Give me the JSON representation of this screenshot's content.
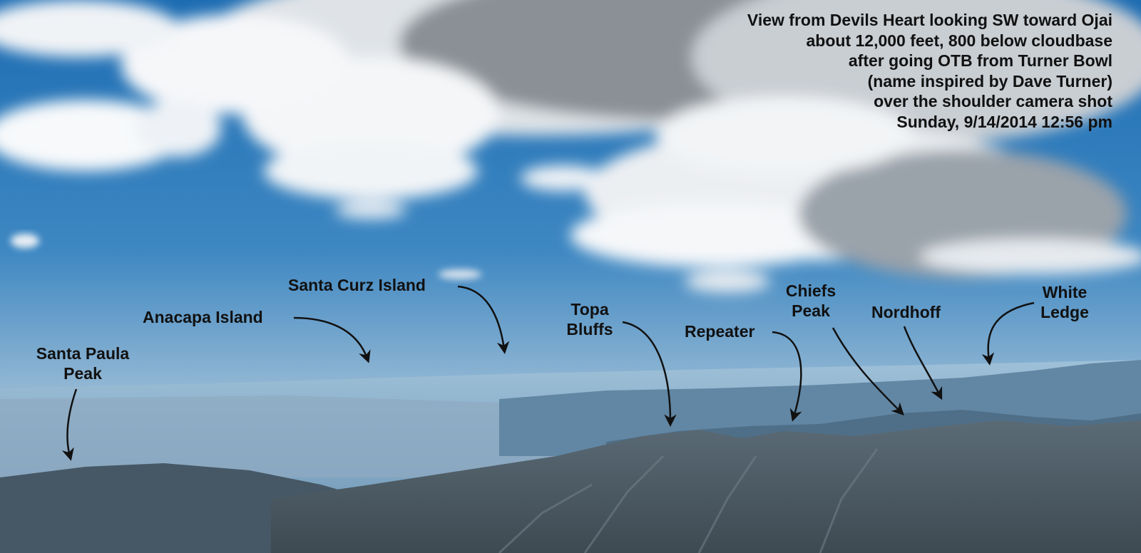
{
  "caption": {
    "lines": [
      "View from Devils Heart looking SW toward Ojai",
      "about 12,000 feet, 800 below cloudbase",
      "after going OTB from Turner Bowl",
      "(name inspired by Dave Turner)",
      "over the shoulder camera shot",
      "Sunday, 9/14/2014  12:56 pm"
    ]
  },
  "labels": {
    "santa_paula": [
      "Santa Paula",
      "Peak"
    ],
    "anacapa": "Anacapa Island",
    "santa_curz": "Santa Curz Island",
    "topa": [
      "Topa",
      "Bluffs"
    ],
    "repeater": "Repeater",
    "chiefs": [
      "Chiefs",
      "Peak"
    ],
    "nordhoff": "Nordhoff",
    "white_ledge": [
      "White",
      "Ledge"
    ]
  },
  "colors": {
    "sky_top": "#1f6fb4",
    "sky_horizon": "#a9c7dc",
    "cloud": "#ffffff",
    "cloud_shadow": "#8f97a0",
    "mountain_near": "#4e5d68",
    "mountain_far": "#5d7f98",
    "text": "#111111"
  }
}
